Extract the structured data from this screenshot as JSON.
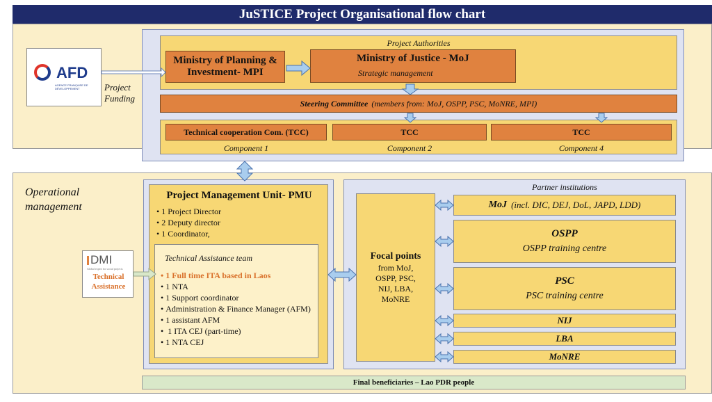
{
  "title": "JuSTICE Project Organisational flow chart",
  "funding": {
    "afd_logo_text": "AFD",
    "afd_logo_subtext": "AGENCE FRANÇAISE DE DÉVELOPPEMENT",
    "label_line1": "Project",
    "label_line2": "Funding"
  },
  "authorities": {
    "heading": "Project Authorities",
    "mpi_line1": "Ministry of Planning &",
    "mpi_line2": "Investment- MPI",
    "moj_title": "Ministry of Justice - MoJ",
    "moj_sub": "Strategic management"
  },
  "steering": {
    "bold": "Steering Committee",
    "rest": "(members from: MoJ, OSPP, PSC, MoNRE, MPI)"
  },
  "tcc": [
    {
      "label": "Technical cooperation Com. (TCC)",
      "component": "Component 1"
    },
    {
      "label": "TCC",
      "component": "Component 2"
    },
    {
      "label": "TCC",
      "component": "Component 4"
    }
  ],
  "operational": {
    "line1": "Operational",
    "line2": "management"
  },
  "pmu": {
    "title": "Project Management Unit- PMU",
    "items": [
      "1 Project Director",
      "2 Deputy director",
      "1 Coordinator,"
    ],
    "ta_title": "Technical Assistance team",
    "ta_highlight": "1 Full time ITA based in Laos",
    "ta_items": [
      "1 NTA",
      "1 Support coordinator",
      "Administration & Finance Manager (AFM)",
      "1 assistant AFM",
      " 1 ITA CEJ (part-time)",
      "1 NTA CEJ"
    ]
  },
  "dmi": {
    "logo": "DMI",
    "logo_sub": "Global expert for social projects",
    "line1": "Technical",
    "line2": "Assistance"
  },
  "focal": {
    "title": "Focal points",
    "lines": [
      "from MoJ,",
      "OSPP, PSC,",
      "NIJ, LBA,",
      "MoNRE"
    ]
  },
  "partners": {
    "heading": "Partner institutions",
    "moj": {
      "bold": "MoJ",
      "rest": "(incl. DIC, DEJ, DoL, JAPD, LDD)"
    },
    "ospp": {
      "title": "OSPP",
      "sub": "OSPP training centre"
    },
    "psc": {
      "title": "PSC",
      "sub": "PSC training centre"
    },
    "nij": "NIJ",
    "lba": "LBA",
    "monre": "MoNRE"
  },
  "beneficiaries": "Final beneficiaries – Lao PDR people",
  "colors": {
    "title_bg": "#1f2b6b",
    "panel_bg": "#fbefc9",
    "blue_panel": "#dfe3f2",
    "yellow_box": "#f7d774",
    "orange_box": "#e0823f",
    "arrow_fill": "#a9cdee",
    "green_bar": "#d9e8c9"
  }
}
